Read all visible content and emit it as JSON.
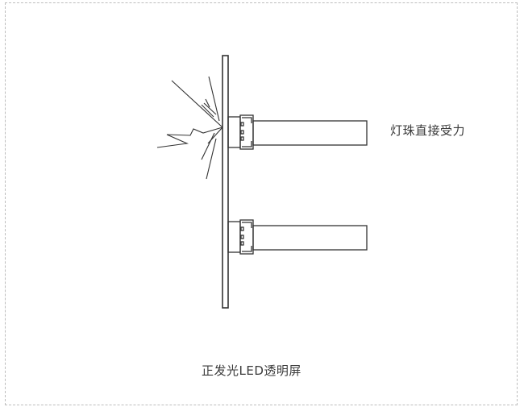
{
  "diagram": {
    "labels": {
      "impact": "灯珠直接受力",
      "caption": "正发光LED透明屏"
    },
    "components": {
      "panel": "transparent-screen-panel",
      "led_upper": "led-bead-under-impact",
      "led_lower": "led-bead",
      "impact": "impact-burst"
    },
    "colors": {
      "stroke": "#333333",
      "text": "#3a3a3a",
      "frame": "#bdbdbd"
    }
  }
}
